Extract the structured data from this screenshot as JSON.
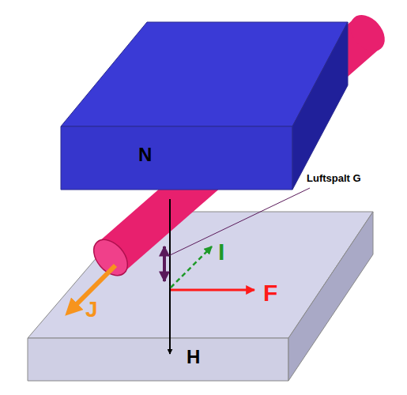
{
  "diagram": {
    "nodes": [
      {
        "text": [
          "N"
        ]
      }
    ],
    "labels": [
      "Luftspalt G",
      "I",
      "F",
      "J",
      "H"
    ]
  }
}
